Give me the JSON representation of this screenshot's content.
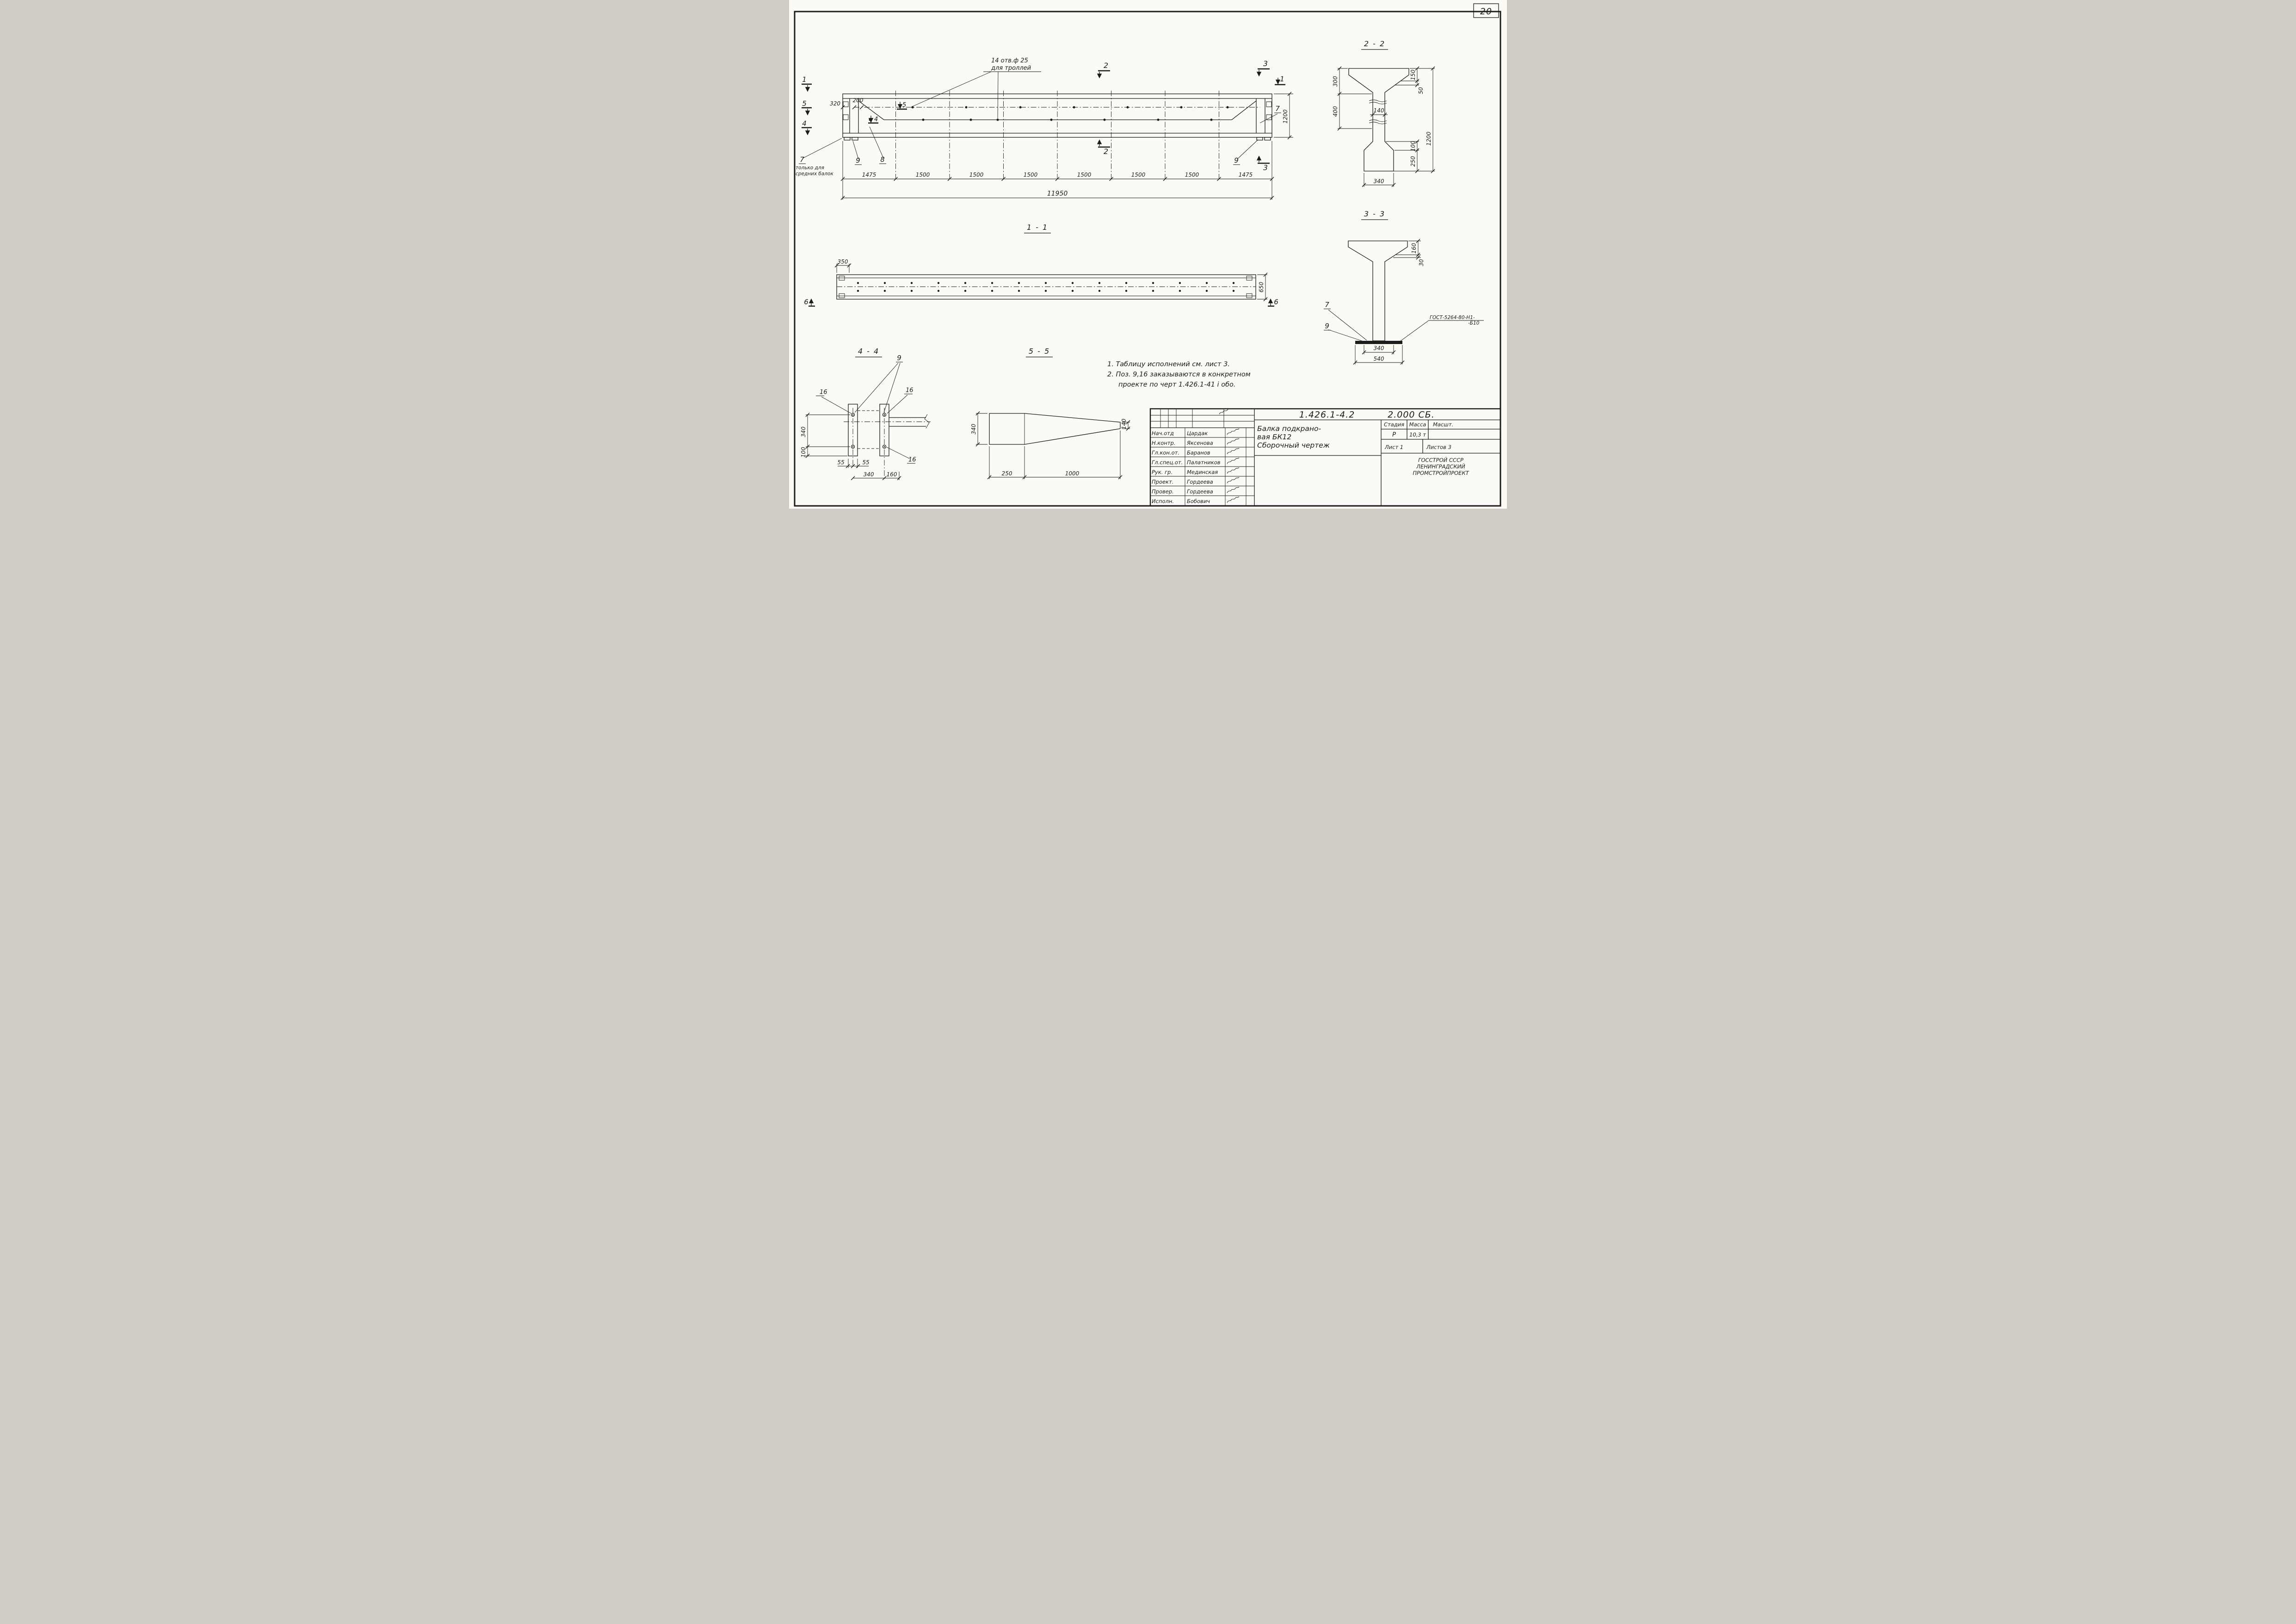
{
  "sheet_number": "20",
  "main_view": {
    "callout_line1": "14 отв.ф 25",
    "callout_line2": "для троллей",
    "cut_1_left": "1",
    "cut_5_left": "5",
    "cut_4_left": "4",
    "cut_5_inner": "5",
    "cut_4_inner": "4",
    "cut_2_top": "2",
    "cut_2_bottom": "2",
    "cut_3_top": "3",
    "cut_3_bottom": "3",
    "cut_1_right": "1",
    "dim_320": "320",
    "dim_200": "200",
    "dim_1200": "1200",
    "pos_7_left": "7",
    "note_line1": "только для",
    "note_line2": "средних балок",
    "pos_9_left": "9",
    "pos_8": "8",
    "pos_7_right": "7",
    "pos_9_right": "9",
    "dims_segments": [
      "1475",
      "1500",
      "1500",
      "1500",
      "1500",
      "1500",
      "1500",
      "1475"
    ],
    "dim_total": "11950"
  },
  "section_2_2": {
    "title": "2 - 2",
    "dim_300": "300",
    "dim_400": "400",
    "dim_140": "140",
    "dim_150": "150",
    "dim_50": "50",
    "dim_100": "100",
    "dim_250": "250",
    "dim_1200": "1200",
    "dim_340": "340"
  },
  "section_1_1": {
    "title": "1 - 1",
    "dim_350": "350",
    "dim_650": "650",
    "cut_6_left": "6",
    "cut_6_right": "6"
  },
  "section_3_3": {
    "title": "3 - 3",
    "dim_160": "160",
    "dim_30": "30",
    "pos_7": "7",
    "pos_9": "9",
    "weld_note_line1": "ГОСТ-5264-80-Н1-",
    "weld_note_line2": "-Б10",
    "dim_340": "340",
    "dim_540": "540"
  },
  "section_4_4": {
    "title": "4 - 4",
    "pos_9": "9",
    "pos_16_left": "16",
    "pos_16_right": "16",
    "pos_16_bottom": "16",
    "dim_340_left": "340",
    "dim_100": "100",
    "dim_55_left": "55",
    "dim_55_right": "55",
    "dim_340_bottom": "340",
    "dim_160": "160"
  },
  "section_5_5": {
    "title": "5 - 5",
    "dim_340": "340",
    "dim_140": "140",
    "dim_250": "250",
    "dim_1000": "1000"
  },
  "notes": {
    "line1": "1. Таблицу исполнений  см. лист 3.",
    "line2": "2. Поз. 9,16 заказываются в конкретном",
    "line3": "проекте по черт 1.426.1-41 і обо."
  },
  "title_block": {
    "doc_code": "1.426.1-4.2",
    "doc_type": "2.000 СБ.",
    "product_line1": "Балка подкрано-",
    "product_line2": "вая БК12",
    "product_line3": "Сборочный  чертеж",
    "col_stage": "Стадия",
    "col_mass": "Масса",
    "col_scale": "Масшт.",
    "stage": "Р",
    "mass": "10,3 т",
    "sheet": "Лист 1",
    "sheets": "Листов 3",
    "org_line1": "ГОССТРОЙ СССР",
    "org_line2": "ЛЕНИНГРАДСКИЙ",
    "org_line3": "ПРОМСТРОЙПРОЕКТ",
    "signatures": [
      {
        "role": "Нач.отд",
        "name": "Цардак"
      },
      {
        "role": "Н.контр.",
        "name": "Яксенова"
      },
      {
        "role": "Гл.кон.от.",
        "name": "Баранов"
      },
      {
        "role": "Гл.спец.от.",
        "name": "Палатников"
      },
      {
        "role": "Рук. гр.",
        "name": "Мединская"
      },
      {
        "role": "Проект.",
        "name": "Гордеева"
      },
      {
        "role": "Провер.",
        "name": "Гордеева"
      },
      {
        "role": "Исполн.",
        "name": "Бобович"
      }
    ]
  }
}
